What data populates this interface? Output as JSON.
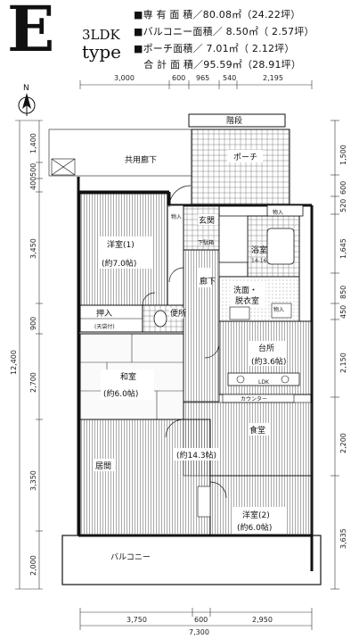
{
  "header": {
    "type_letter": "E",
    "ldk": "3LDK",
    "type_word": "type",
    "areas": [
      "■専 有 面 積／80.08㎡（24.22坪）",
      "■バルコニー面積／ 8.50㎡（ 2.57坪）",
      "■ポーチ面積／ 7.01㎡（ 2.12坪）",
      "　合 計 面 積／95.59㎡（28.91坪）"
    ]
  },
  "compass": "N",
  "rooms": {
    "western1": "洋室(1)",
    "western1_size": "(約7.0帖)",
    "western2": "洋室(2)",
    "western2_size": "(約6.0帖)",
    "japanese": "和室",
    "japanese_size": "(約6.0帖)",
    "living": "居間",
    "living_size": "(約14.3帖)",
    "dining": "食堂",
    "kitchen": "台所",
    "kitchen_size": "(約3.6帖)",
    "bath": "浴室",
    "bath_size": "14-16",
    "washroom": "洗面・",
    "washroom2": "脱衣室",
    "toilet": "便所",
    "closet": "押入",
    "closet_note": "(天袋付)",
    "entrance": "玄関",
    "corridor": "廊下",
    "counter": "カウンター",
    "balcony": "バルコニー",
    "porch": "ポーチ",
    "stairs": "階段",
    "common_corridor": "共用廊下",
    "storage": "物入",
    "shoe": "下駄箱",
    "ldk_small": "LDK"
  },
  "dims_top": [
    "3,000",
    "600",
    "965",
    "540",
    "2,195"
  ],
  "dims_bottom": [
    "3,750",
    "600",
    "2,950"
  ],
  "dim_bottom_total": "7,300",
  "dims_left": [
    "1,400",
    "500",
    "400",
    "3,450",
    "900",
    "2,700",
    "3,350",
    "2,000"
  ],
  "dim_left_total": "12,400",
  "dims_right": [
    "1,500",
    "600",
    "520",
    "1,645",
    "850",
    "450",
    "2,150",
    "2,200",
    "3,635"
  ]
}
